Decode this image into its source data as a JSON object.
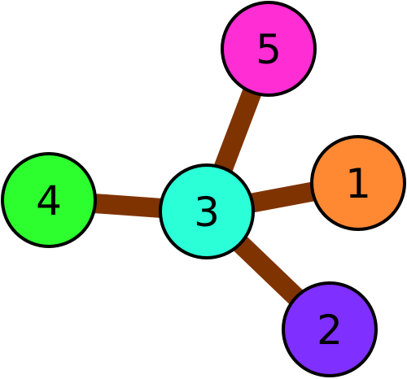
{
  "colors": {
    "edge": "#7f3300",
    "node_stroke": "#000000",
    "background": "#ffffff"
  },
  "nodes": [
    {
      "id": "1",
      "label": "1",
      "color": "#ff8833"
    },
    {
      "id": "2",
      "label": "2",
      "color": "#7f2fff"
    },
    {
      "id": "3",
      "label": "3",
      "color": "#2affd7"
    },
    {
      "id": "4",
      "label": "4",
      "color": "#2dff2e"
    },
    {
      "id": "5",
      "label": "5",
      "color": "#ff2dd4"
    }
  ],
  "edges": [
    {
      "from": "3",
      "to": "1"
    },
    {
      "from": "3",
      "to": "2"
    },
    {
      "from": "3",
      "to": "4"
    },
    {
      "from": "3",
      "to": "5"
    }
  ]
}
